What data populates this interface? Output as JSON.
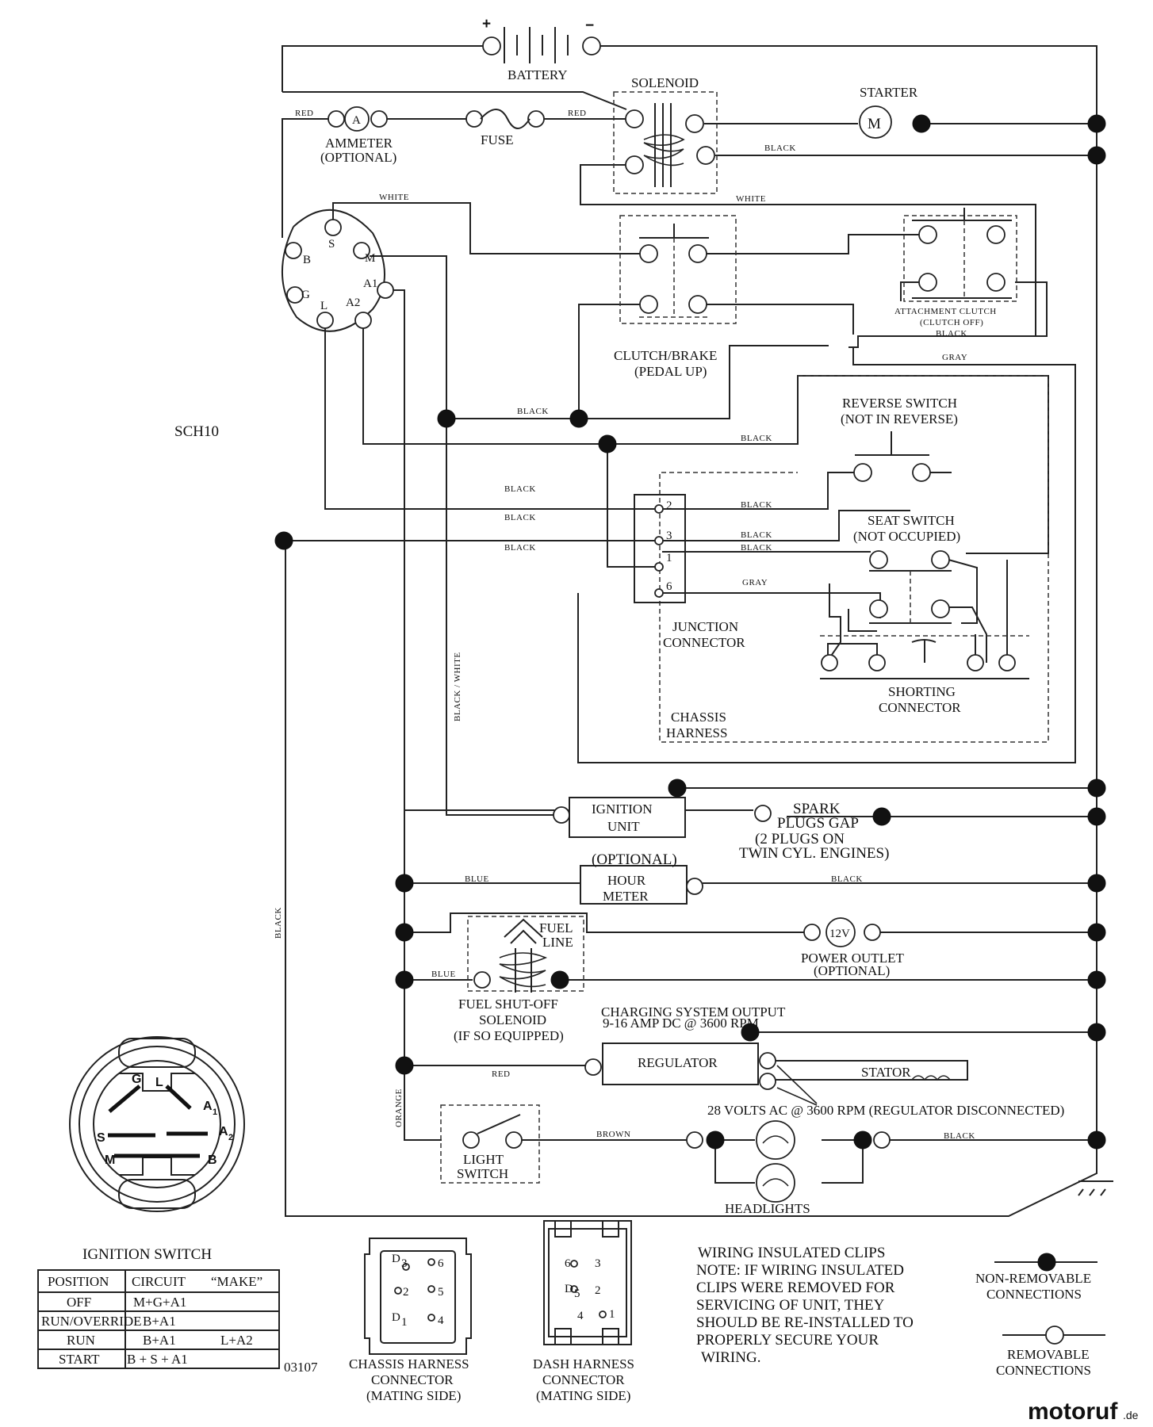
{
  "diagram_id": "SCH10",
  "figure_number": "03107",
  "components": {
    "battery": "BATTERY",
    "battery_plus": "+",
    "battery_minus": "−",
    "solenoid": "SOLENOID",
    "starter": "STARTER",
    "starter_symbol": "M",
    "ammeter_line1": "AMMETER",
    "ammeter_line2": "(OPTIONAL)",
    "ammeter_symbol": "A",
    "fuse": "FUSE",
    "clutch_brake_line1": "CLUTCH/BRAKE",
    "clutch_brake_line2": "(PEDAL UP)",
    "attachment_clutch_line1": "ATTACHMENT CLUTCH",
    "attachment_clutch_line2": "(CLUTCH OFF)",
    "reverse_switch_line1": "REVERSE SWITCH",
    "reverse_switch_line2": "(NOT IN REVERSE)",
    "seat_switch_line1": "SEAT SWITCH",
    "seat_switch_line2": "(NOT OCCUPIED)",
    "junction_line1": "JUNCTION",
    "junction_line2": "CONNECTOR",
    "shorting_line1": "SHORTING",
    "shorting_line2": "CONNECTOR",
    "chassis_harness_line1": "CHASSIS",
    "chassis_harness_line2": "HARNESS",
    "ignition_unit_line1": "IGNITION",
    "ignition_unit_line2": "UNIT",
    "spark_line1": "SPARK",
    "spark_line2": "PLUGS GAP",
    "spark_line3": "(2 PLUGS ON",
    "spark_line4": "TWIN CYL. ENGINES)",
    "hour_meter_optional": "(OPTIONAL)",
    "hour_meter_line1": "HOUR",
    "hour_meter_line2": "METER",
    "fuel_line_1": "FUEL",
    "fuel_line_2": "LINE",
    "power_outlet_symbol": "12V",
    "power_outlet_line1": "POWER OUTLET",
    "power_outlet_line2": "(OPTIONAL)",
    "fuel_solenoid_line1": "FUEL SHUT-OFF",
    "fuel_solenoid_line2": "SOLENOID",
    "fuel_solenoid_line3": "(IF SO EQUIPPED)",
    "charging_line1": "CHARGING SYSTEM OUTPUT",
    "charging_line2": "9-16 AMP DC @ 3600 RPM",
    "regulator": "REGULATOR",
    "stator": "STATOR",
    "stator_note": "28 VOLTS AC @ 3600 RPM (REGULATOR DISCONNECTED)",
    "light_switch_line1": "LIGHT",
    "light_switch_line2": "SWITCH",
    "headlights": "HEADLIGHTS"
  },
  "wire_labels": {
    "red": "RED",
    "white": "WHITE",
    "black": "BLACK",
    "gray": "GRAY",
    "blue": "BLUE",
    "brown": "BROWN",
    "orange": "ORANGE",
    "black_white": "BLACK / WHITE"
  },
  "ignition_terminals": [
    "B",
    "S",
    "M",
    "A1",
    "A2",
    "L",
    "G"
  ],
  "junction_pins": [
    "2",
    "3",
    "1",
    "6"
  ],
  "ignition_switch": {
    "title": "IGNITION SWITCH",
    "face_labels": [
      "G",
      "L",
      "A",
      "1",
      "S",
      "A",
      "2",
      "M",
      "B"
    ],
    "table": {
      "headers": [
        "POSITION",
        "CIRCUIT",
        "“MAKE”"
      ],
      "rows": [
        [
          "OFF",
          "M+G+A1",
          ""
        ],
        [
          "RUN/OVERRIDE",
          "B+A1",
          ""
        ],
        [
          "RUN",
          "B+A1",
          "L+A2"
        ],
        [
          "START",
          "B + S + A1",
          ""
        ]
      ]
    }
  },
  "chassis_connector": {
    "pins": [
      "D",
      "3",
      "6",
      "2",
      "5",
      "D",
      "1",
      "4"
    ],
    "line1": "CHASSIS HARNESS",
    "line2": "CONNECTOR",
    "line3": "(MATING SIDE)"
  },
  "dash_connector": {
    "pins": [
      "6",
      "3",
      "D",
      "5",
      "2",
      "4",
      "1"
    ],
    "line1": "DASH HARNESS",
    "line2": "CONNECTOR",
    "line3": "(MATING SIDE)"
  },
  "notes": {
    "line1": "WIRING INSULATED CLIPS",
    "line2": "NOTE:  IF WIRING INSULATED",
    "line3": "CLIPS WERE REMOVED FOR",
    "line4": "SERVICING OF UNIT, THEY",
    "line5": "SHOULD BE RE-INSTALLED TO",
    "line6": "PROPERLY SECURE YOUR",
    "line7": "WIRING."
  },
  "legend": {
    "non_removable_line1": "NON-REMOVABLE",
    "non_removable_line2": "CONNECTIONS",
    "removable_line1": "REMOVABLE",
    "removable_line2": "CONNECTIONS"
  },
  "watermark": {
    "brand": "motoruf",
    "tld": ".de",
    "colors": [
      "#3b5fb0",
      "#e23a2e",
      "#f0a418",
      "#3aa04a"
    ]
  }
}
